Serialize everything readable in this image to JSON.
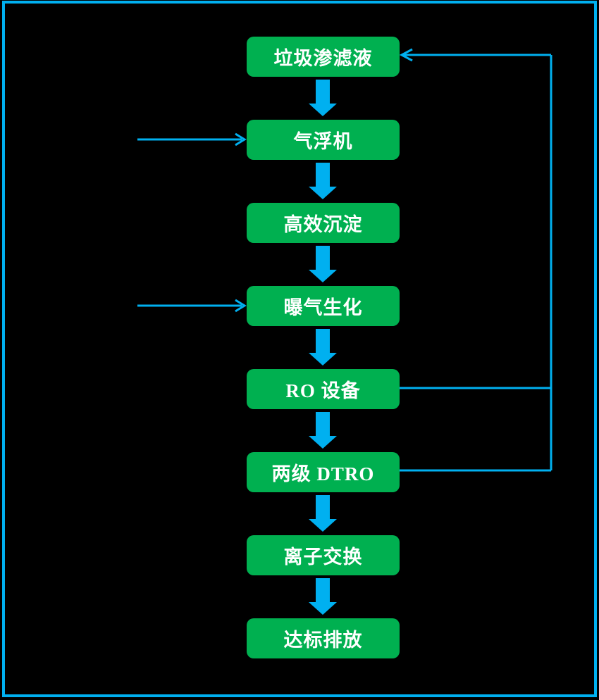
{
  "diagram": {
    "type": "flowchart",
    "orientation": "top-down",
    "colors": {
      "background": "#000000",
      "frame_border": "#00B0F0",
      "node_fill": "#00B050",
      "node_text": "#FFFFFF",
      "arrow": "#00B0F0"
    },
    "nodes": [
      {
        "id": "leachate",
        "label": "垃圾渗滤液"
      },
      {
        "id": "air-flotation",
        "label": "气浮机"
      },
      {
        "id": "high-efficiency-sedimentation",
        "label": "高效沉淀"
      },
      {
        "id": "aeration-biochemical",
        "label": "曝气生化"
      },
      {
        "id": "ro-equipment",
        "label": "RO 设备"
      },
      {
        "id": "two-stage-dtro",
        "label": "两级 DTRO"
      },
      {
        "id": "ion-exchange",
        "label": "离子交换"
      },
      {
        "id": "standard-discharge",
        "label": "达标排放"
      }
    ],
    "edges": [
      {
        "from": "leachate",
        "to": "air-flotation",
        "style": "thick-arrow"
      },
      {
        "from": "air-flotation",
        "to": "high-efficiency-sedimentation",
        "style": "thick-arrow"
      },
      {
        "from": "high-efficiency-sedimentation",
        "to": "aeration-biochemical",
        "style": "thick-arrow"
      },
      {
        "from": "aeration-biochemical",
        "to": "ro-equipment",
        "style": "thick-arrow"
      },
      {
        "from": "ro-equipment",
        "to": "two-stage-dtro",
        "style": "thick-arrow"
      },
      {
        "from": "two-stage-dtro",
        "to": "ion-exchange",
        "style": "thick-arrow"
      },
      {
        "from": "ion-exchange",
        "to": "standard-discharge",
        "style": "thick-arrow"
      },
      {
        "from": "left-inlet",
        "to": "air-flotation",
        "style": "thin-line-arrow"
      },
      {
        "from": "left-inlet",
        "to": "aeration-biochemical",
        "style": "thin-line-arrow"
      },
      {
        "from": "ro-equipment",
        "to": "leachate",
        "style": "thin-line-arrow-recycle-right-loop"
      },
      {
        "from": "two-stage-dtro",
        "to": "leachate",
        "style": "thin-line-arrow-recycle-right-loop"
      }
    ]
  }
}
